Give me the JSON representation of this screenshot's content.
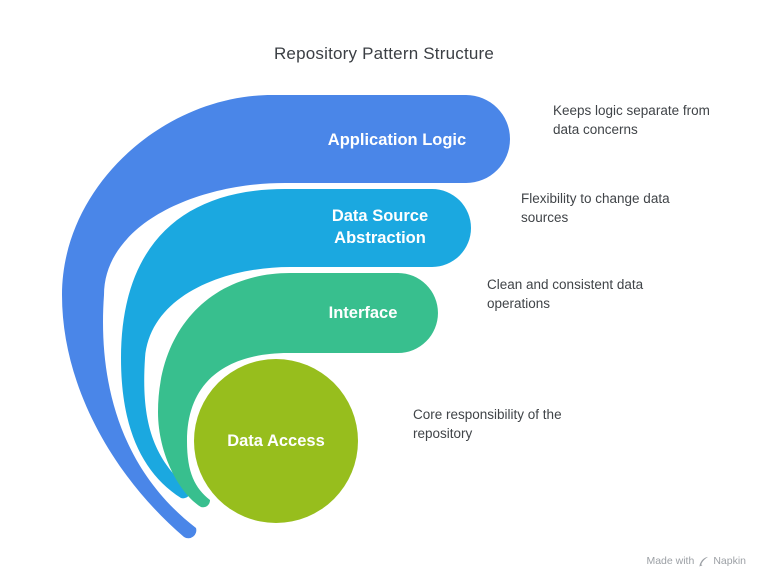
{
  "title": "Repository Pattern Structure",
  "layers": [
    {
      "label": "Application Logic",
      "annotation": "Keeps logic separate from data concerns",
      "color": "#4A86E8"
    },
    {
      "label": "Data Source Abstraction",
      "annotation": "Flexibility to change data sources",
      "color": "#1BA8E0"
    },
    {
      "label": "Interface",
      "annotation": "Clean and consistent data operations",
      "color": "#38BF8E"
    },
    {
      "label": "Data Access",
      "annotation": "Core responsibility of the repository",
      "color": "#97BE1D"
    }
  ],
  "footer": {
    "made_with": "Made with",
    "brand": "Napkin"
  }
}
